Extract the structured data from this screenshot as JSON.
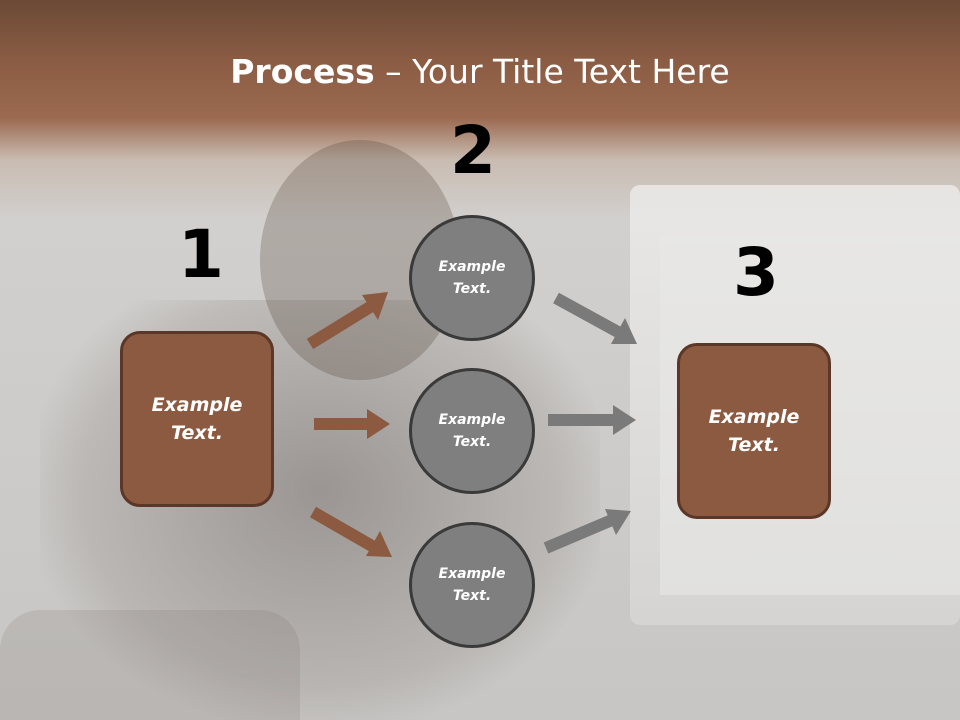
{
  "slide": {
    "title_bold": "Process",
    "title_rest": " – Your Title Text Here"
  },
  "steps": {
    "step1_number": "1",
    "step2_number": "2",
    "step3_number": "3"
  },
  "boxes": {
    "left_text": "Example Text.",
    "right_text": "Example Text."
  },
  "circles": [
    {
      "text": "Example Text."
    },
    {
      "text": "Example Text."
    },
    {
      "text": "Example Text."
    }
  ],
  "colors": {
    "brown": "#8b5a40",
    "brown_border": "#5a3726",
    "gray_circle": "#7f7f7f",
    "gray_arrow": "#7a7a7a",
    "brown_arrow": "#8b5a40"
  }
}
